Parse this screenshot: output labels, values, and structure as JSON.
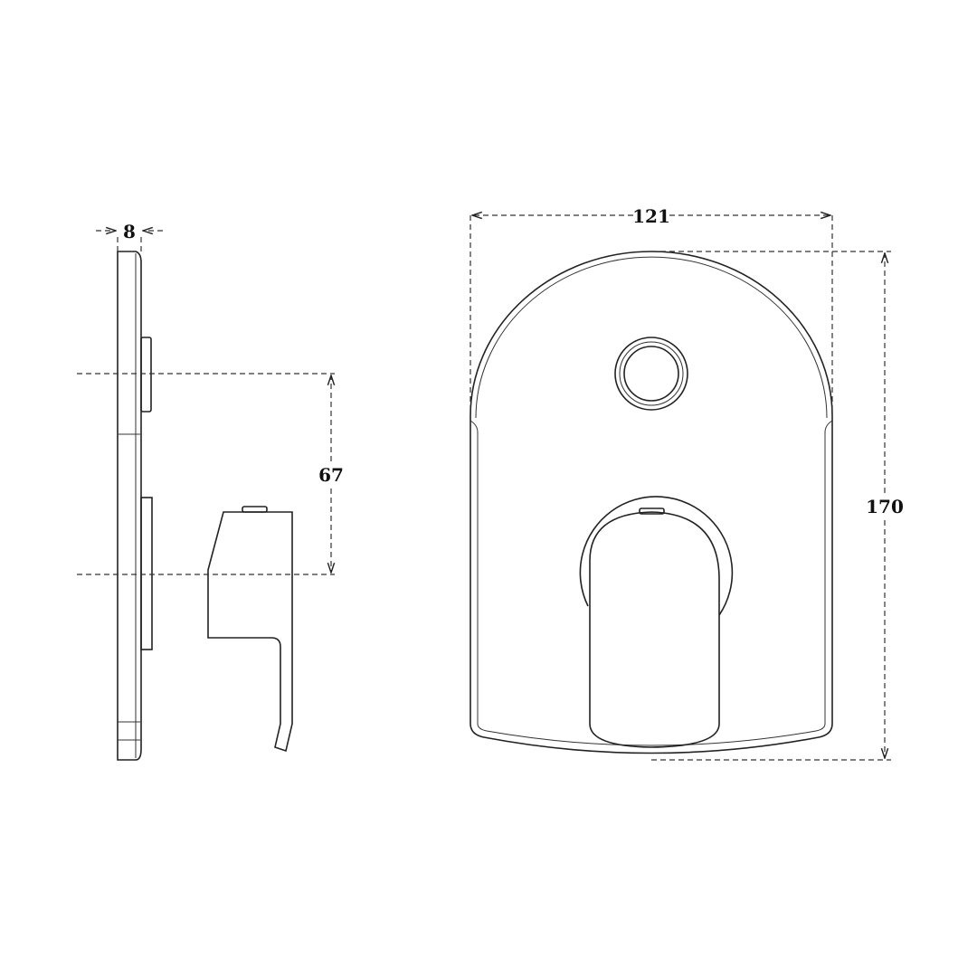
{
  "dimensions": {
    "plate_depth": "8",
    "center_distance": "67",
    "width": "121",
    "height": "170"
  }
}
